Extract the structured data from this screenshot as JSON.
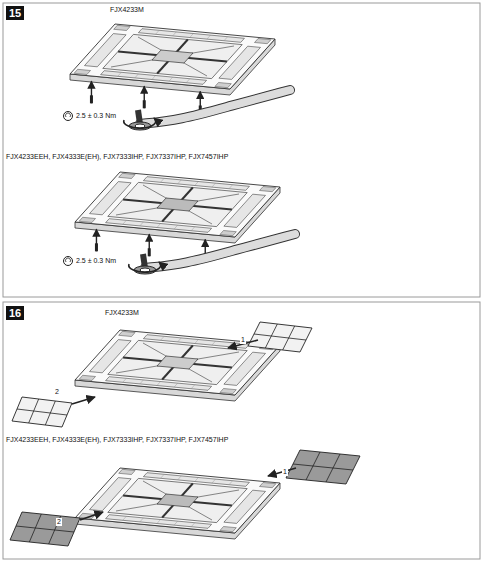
{
  "diagram": {
    "labels": [
      "15",
      "FJX4233M",
      "2.5 ± 0.3 Nm",
      "FJX4233EEH, FJX4333E(EH), FJX7333IHP, FJX7337IHP, FJX7457IHP",
      "2.5 ± 0.3 Nm",
      "16",
      "FJX4233M",
      "1",
      "2",
      "FJX4233EEH, FJX4333E(EH), FJX7333IHP, FJX7337IHP, FJX7457IHP",
      "1",
      "2"
    ]
  }
}
